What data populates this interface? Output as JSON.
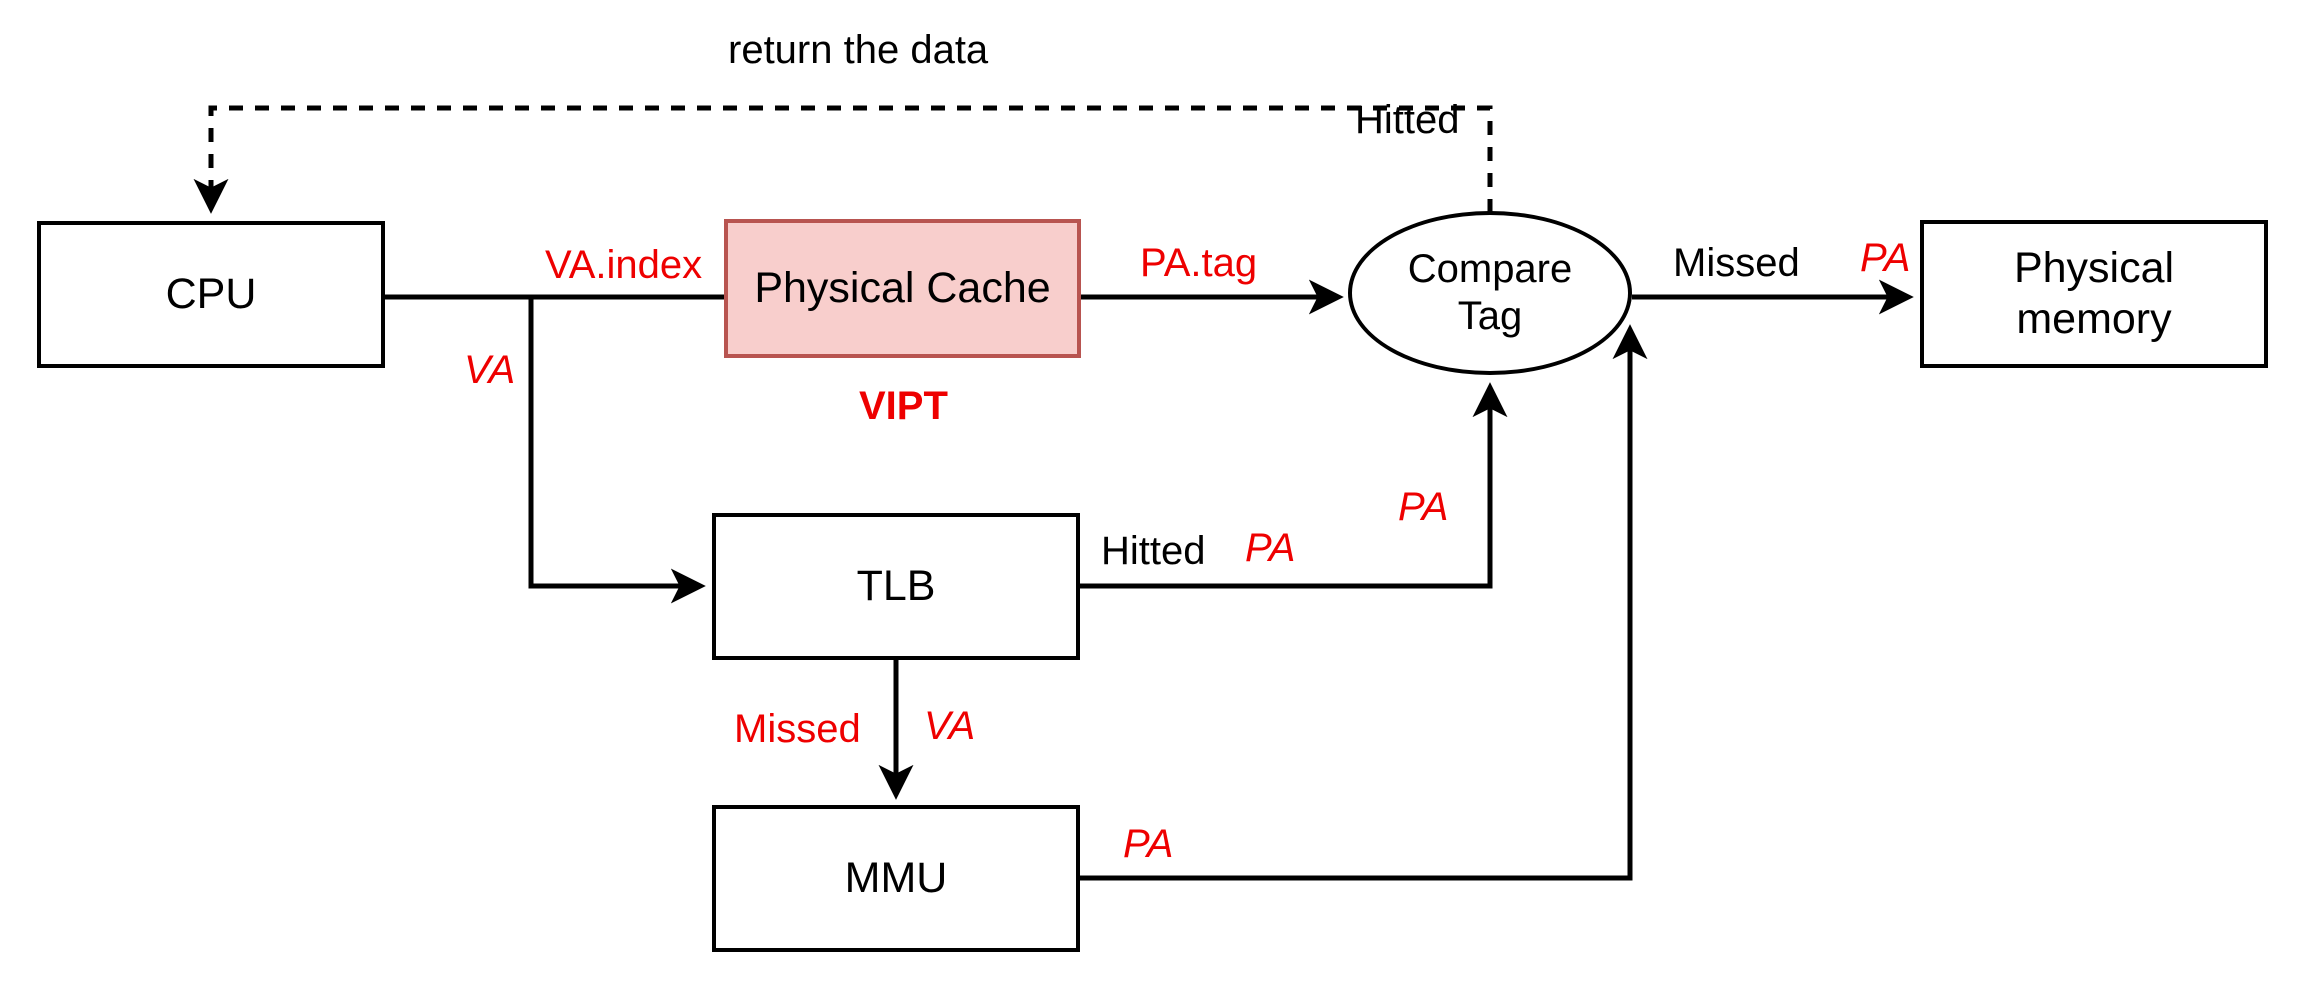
{
  "diagram": {
    "title": "VIPT cache address translation flow",
    "colors": {
      "stroke": "#000000",
      "accent_red": "#ee0000",
      "highlight_fill": "#f8cecc",
      "highlight_border": "#b85450",
      "background": "#ffffff"
    },
    "nodes": [
      {
        "id": "cpu",
        "label": "CPU",
        "shape": "rect",
        "style": "plain"
      },
      {
        "id": "physical-cache",
        "label": "Physical Cache",
        "shape": "rect",
        "style": "highlight"
      },
      {
        "id": "compare-tag",
        "label": "Compare\nTag",
        "shape": "ellipse",
        "style": "plain",
        "line1": "Compare",
        "line2": "Tag"
      },
      {
        "id": "physical-memory",
        "label": "Physical\nmemory",
        "shape": "rect",
        "style": "plain",
        "line1": "Physical",
        "line2": "memory"
      },
      {
        "id": "tlb",
        "label": "TLB",
        "shape": "rect",
        "style": "plain"
      },
      {
        "id": "mmu",
        "label": "MMU",
        "shape": "rect",
        "style": "plain"
      }
    ],
    "annotations": {
      "vipt": "VIPT"
    },
    "edges": [
      {
        "id": "cpu-to-cache",
        "from": "cpu",
        "to": "physical-cache",
        "label": "VA.index",
        "label_style": "red",
        "line": "solid",
        "arrow": false
      },
      {
        "id": "cpu-to-tlb",
        "from": "cpu",
        "to": "tlb",
        "label": "VA",
        "label_style": "red-italic",
        "line": "solid",
        "arrow": true
      },
      {
        "id": "cache-to-compare",
        "from": "physical-cache",
        "to": "compare-tag",
        "label": "PA.tag",
        "label_style": "red",
        "line": "solid",
        "arrow": true
      },
      {
        "id": "compare-to-memory",
        "from": "compare-tag",
        "to": "physical-memory",
        "label": "Missed",
        "label_style": "black",
        "line": "solid",
        "arrow": true
      },
      {
        "id": "compare-to-memory-pa",
        "from": "compare-tag",
        "to": "physical-memory",
        "label": "PA",
        "label_style": "red-italic",
        "line": "solid",
        "arrow": true
      },
      {
        "id": "compare-to-cpu",
        "from": "compare-tag",
        "to": "cpu",
        "label": "return the data",
        "label_style": "black",
        "line": "dashed",
        "arrow": true
      },
      {
        "id": "compare-hitted",
        "from": "compare-tag",
        "to": "cpu",
        "label": "Hitted",
        "label_style": "black",
        "line": "dashed",
        "arrow": true
      },
      {
        "id": "tlb-hit-to-compare",
        "from": "tlb",
        "to": "compare-tag",
        "label": "Hitted",
        "label_style": "black",
        "line": "solid",
        "arrow": true
      },
      {
        "id": "tlb-hit-pa",
        "from": "tlb",
        "to": "compare-tag",
        "label": "PA",
        "label_style": "red-italic",
        "line": "solid",
        "arrow": true
      },
      {
        "id": "tlb-hit-pa-up",
        "from": "tlb",
        "to": "compare-tag",
        "label": "PA",
        "label_style": "red-italic",
        "line": "solid",
        "arrow": true
      },
      {
        "id": "tlb-miss-to-mmu",
        "from": "tlb",
        "to": "mmu",
        "label": "Missed",
        "label_style": "red",
        "line": "solid",
        "arrow": true
      },
      {
        "id": "tlb-miss-va",
        "from": "tlb",
        "to": "mmu",
        "label": "VA",
        "label_style": "red-italic",
        "line": "solid",
        "arrow": true
      },
      {
        "id": "mmu-to-compare",
        "from": "mmu",
        "to": "compare-tag",
        "label": "PA",
        "label_style": "red-italic",
        "line": "solid",
        "arrow": true
      }
    ]
  }
}
